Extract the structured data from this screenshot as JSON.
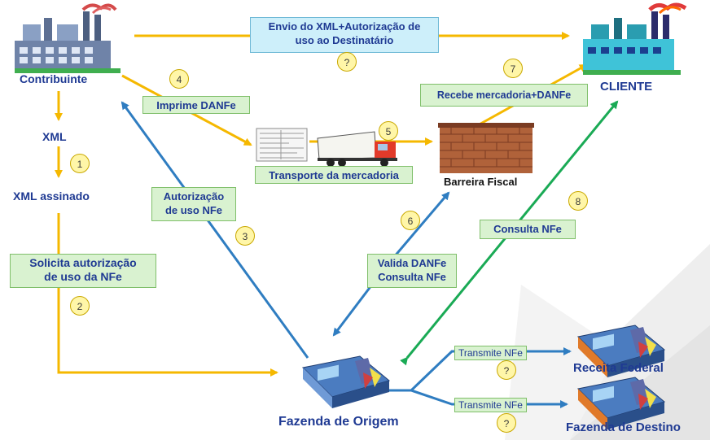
{
  "nodes": {
    "contribuinte": "Contribuinte",
    "cliente": "CLIENTE",
    "xml": "XML",
    "xml_assinado": "XML assinado",
    "barreira_fiscal": "Barreira Fiscal",
    "fazenda_origem": "Fazenda de Origem",
    "receita_federal": "Receita Federal",
    "fazenda_destino": "Fazenda de Destino"
  },
  "steps": {
    "envio_line1": "Envio do XML+Autorização de",
    "envio_line2": "uso ao Destinatário",
    "imprime": "Imprime DANFe",
    "transporte": "Transporte da mercadoria",
    "recebe": "Recebe mercadoria+DANFe",
    "autorizacao_line1": "Autorização",
    "autorizacao_line2": "de uso NFe",
    "solicita_line1": "Solicita autorização",
    "solicita_line2": "de uso da NFe",
    "valida_line1": "Valida DANFe",
    "valida_line2": "Consulta NFe",
    "consulta": "Consulta NFe",
    "transmite_1": "Transmite NFe",
    "transmite_2": "Transmite NFe"
  },
  "badges": {
    "b1": "1",
    "b2": "2",
    "b3": "3",
    "b4": "4",
    "b5": "5",
    "b6": "6",
    "b7": "7",
    "b8": "8",
    "q_envio": "?",
    "q_receita": "?",
    "q_destino": "?"
  },
  "colors": {
    "yellow_arrow": "#f5b800",
    "blue_arrow": "#2f7dc1",
    "green_arrow": "#1aaa55",
    "label_text": "#1f3a93"
  }
}
